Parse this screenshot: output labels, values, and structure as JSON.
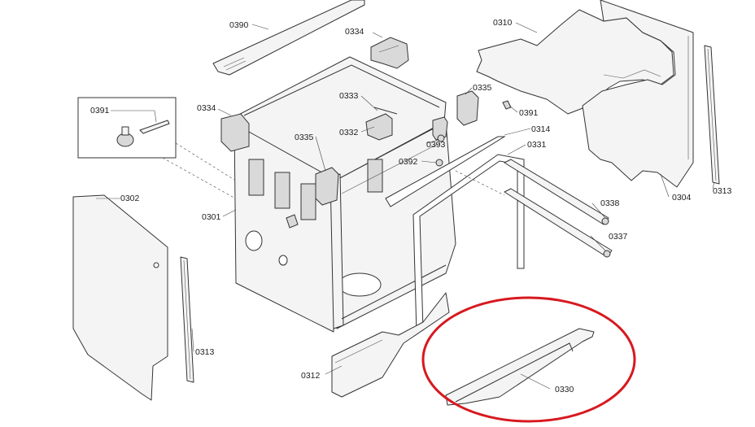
{
  "part_labels": {
    "p0390": "0390",
    "p0334a": "0334",
    "p0310": "0310",
    "p0391a": "0391",
    "p0334b": "0334",
    "p0333": "0333",
    "p0335a": "0335",
    "p0391b": "0391",
    "p0332": "0332",
    "p0314": "0314",
    "p0335b": "0335",
    "p0393": "0393",
    "p0331": "0331",
    "p0392": "0392",
    "p0302": "0302",
    "p0301": "0301",
    "p0338": "0338",
    "p0304": "0304",
    "p0313a": "0313",
    "p0337": "0337",
    "p0313b": "0313",
    "p0312": "0312",
    "p0330": "0330"
  },
  "highlight": {
    "part": "0330",
    "color": "#d7191f"
  },
  "colors": {
    "line": "#333333",
    "fill": "#f4f4f4",
    "background": "#ffffff"
  }
}
